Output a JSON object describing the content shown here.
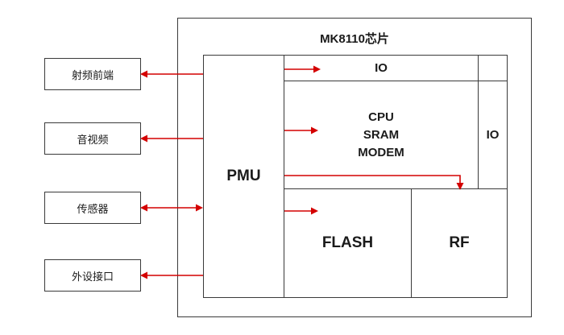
{
  "diagram": {
    "chip_title": "MK8110芯片",
    "blocks": {
      "pmu": "PMU",
      "io_top": "IO",
      "io_right": "IO",
      "cpu_lines": [
        "CPU",
        "SRAM",
        "MODEM"
      ],
      "flash": "FLASH",
      "rf": "RF"
    },
    "external_modules": [
      {
        "label": "射频前端"
      },
      {
        "label": "音视频"
      },
      {
        "label": "传感器"
      },
      {
        "label": "外设接口"
      }
    ],
    "colors": {
      "arrow": "#d40000",
      "border": "#3a3a3a",
      "background": "#ffffff"
    }
  }
}
